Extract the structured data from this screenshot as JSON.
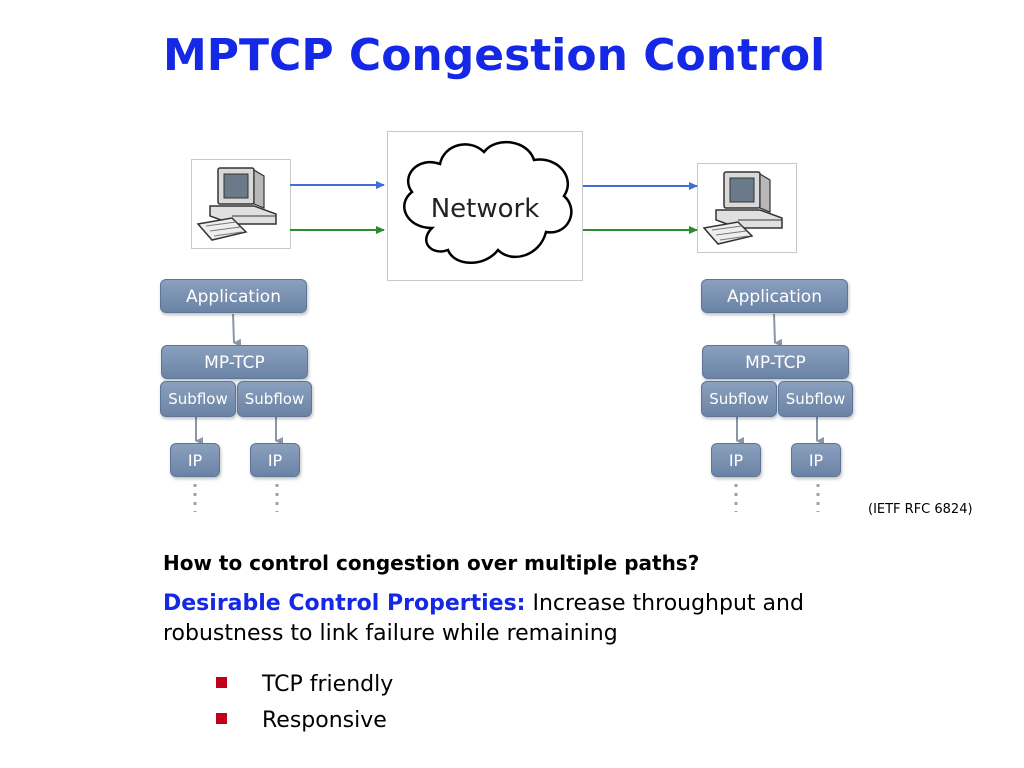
{
  "slide": {
    "title": "MPTCP Congestion Control",
    "citation": "(IETF RFC 6824)",
    "question": "How to control congestion over multiple paths?",
    "properties_label": "Desirable Control Properties:",
    "properties_text": " Increase throughput and robustness to link failure while remaining",
    "bullets": [
      "TCP friendly",
      "Responsive"
    ]
  },
  "diagram": {
    "network_label": "Network",
    "left_stack": {
      "application": "Application",
      "mptcp": "MP-TCP",
      "subflow_1": "Subflow",
      "subflow_2": "Subflow",
      "ip_1": "IP",
      "ip_2": "IP"
    },
    "right_stack": {
      "application": "Application",
      "mptcp": "MP-TCP",
      "subflow_1": "Subflow",
      "subflow_2": "Subflow",
      "ip_1": "IP",
      "ip_2": "IP"
    },
    "colors": {
      "title": "#1428e6",
      "path_blue": "#3f6fd6",
      "path_green": "#2e8a2e",
      "box_fill": "#7a91b2",
      "bullet": "#c0001a"
    },
    "icons": [
      "computer-icon",
      "network-cloud-icon"
    ]
  }
}
